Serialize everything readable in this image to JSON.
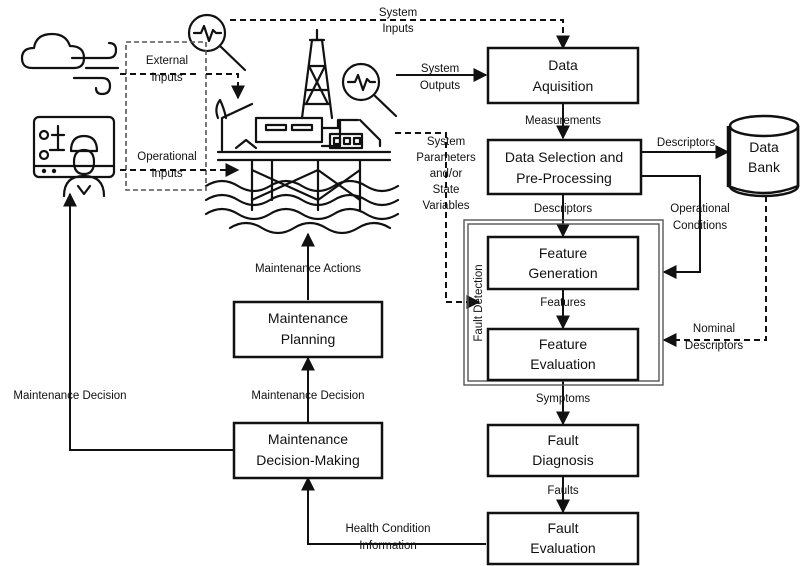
{
  "boxes": {
    "data_acquisition": [
      "Data",
      "Aquisition"
    ],
    "data_selection": [
      "Data Selection and",
      "Pre-Processing"
    ],
    "data_bank": [
      "Data",
      "Bank"
    ],
    "feature_generation": [
      "Feature",
      "Generation"
    ],
    "feature_evaluation": [
      "Feature",
      "Evaluation"
    ],
    "fault_diagnosis": [
      "Fault",
      "Diagnosis"
    ],
    "fault_evaluation": [
      "Fault",
      "Evaluation"
    ],
    "maintenance_planning": [
      "Maintenance",
      "Planning"
    ],
    "maintenance_decision_making": [
      "Maintenance",
      "Decision-Making"
    ]
  },
  "fault_detection_label": "Fault Detection",
  "edges": {
    "system_inputs": [
      "System",
      "Inputs"
    ],
    "external_inputs": [
      "External",
      "Inputs"
    ],
    "operational_inputs": [
      "Operational",
      "Inputs"
    ],
    "system_outputs": [
      "System",
      "Outputs"
    ],
    "measurements": [
      "Measurements"
    ],
    "descriptors_bank": [
      "Descriptors"
    ],
    "system_parameters": [
      "System",
      "Parameters",
      "and/or",
      "State",
      "Variables"
    ],
    "descriptors_fg": [
      "Descriptors"
    ],
    "operational_conditions": [
      "Operational",
      "Conditions"
    ],
    "features": [
      "Features"
    ],
    "nominal_descriptors": [
      "Nominal",
      "Descriptors"
    ],
    "symptoms": [
      "Symptoms"
    ],
    "faults": [
      "Faults"
    ],
    "health_condition": [
      "Health Condition",
      "Information"
    ],
    "maintenance_actions": [
      "Maintenance Actions"
    ],
    "maintenance_decision_mid": [
      "Maintenance Decision"
    ],
    "maintenance_decision_left": [
      "Maintenance Decision"
    ]
  }
}
